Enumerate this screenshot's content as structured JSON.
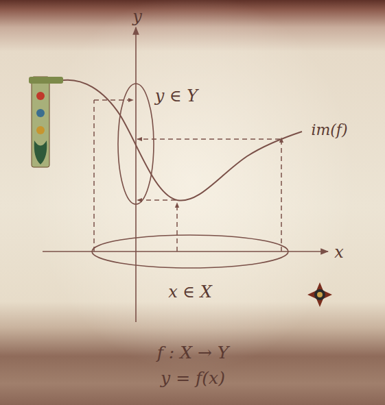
{
  "diagram": {
    "labels": [
      "y",
      "x",
      "y ∈ Y",
      "im(f)",
      "x ∈ X",
      "f : X → Y",
      "y = f(x)"
    ]
  }
}
